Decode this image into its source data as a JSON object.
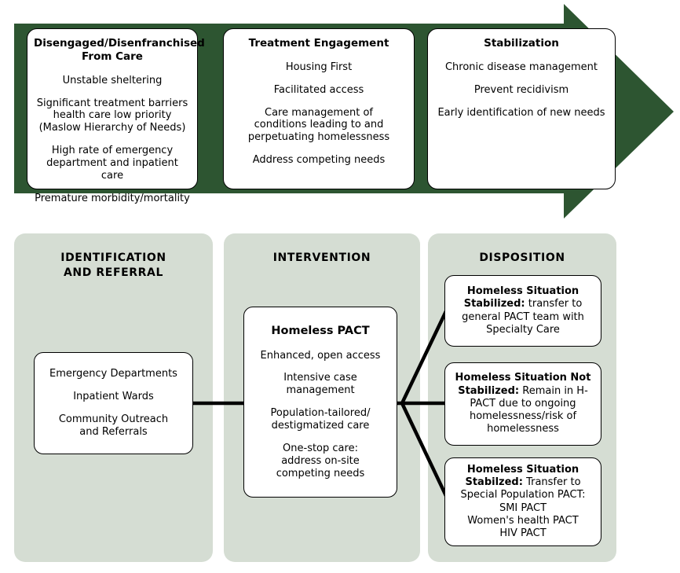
{
  "colors": {
    "arrow_green": "#2d5531",
    "column_sage": "#d5ddd3",
    "box_white": "#ffffff",
    "line_black": "#000000"
  },
  "top_flow": {
    "shape": "right-pointing-block-arrow",
    "stages": [
      {
        "title": "Disengaged/Disenfranchised From Care",
        "title_lines": [
          "Disengaged/Disenfranchised",
          "From Care"
        ],
        "items": [
          [
            "Unstable sheltering"
          ],
          [
            "Significant treatment barriers",
            "health care low priority",
            "(Maslow Hierarchy of Needs)"
          ],
          [
            "High rate of emergency",
            "department and inpatient care"
          ],
          [
            "Premature morbidity/mortality"
          ]
        ]
      },
      {
        "title": "Treatment Engagement",
        "title_lines": [
          "Treatment Engagement"
        ],
        "items": [
          [
            "Housing First"
          ],
          [
            "Facilitated access"
          ],
          [
            "Care management of",
            "conditions leading to and",
            "perpetuating homelessness"
          ],
          [
            "Address competing needs"
          ]
        ]
      },
      {
        "title": "Stabilization",
        "title_lines": [
          "Stabilization"
        ],
        "items": [
          [
            "Chronic disease management"
          ],
          [
            "Prevent recidivism"
          ],
          [
            "Early identification of new needs"
          ]
        ]
      }
    ]
  },
  "bottom_flow": {
    "columns": [
      {
        "title": "IDENTIFICATION AND REFERRAL",
        "title_lines": [
          "IDENTIFICATION",
          "AND REFERRAL"
        ]
      },
      {
        "title": "INTERVENTION",
        "title_lines": [
          "INTERVENTION"
        ]
      },
      {
        "title": "DISPOSITION",
        "title_lines": [
          "DISPOSITION"
        ]
      }
    ],
    "identification_box": {
      "items": [
        [
          "Emergency Departments"
        ],
        [
          "Inpatient Wards"
        ],
        [
          "Community Outreach",
          "and Referrals"
        ]
      ]
    },
    "intervention_box": {
      "title": "Homeless PACT",
      "items": [
        [
          "Enhanced, open access"
        ],
        [
          "Intensive case",
          "management"
        ],
        [
          "Population-tailored/",
          "destigmatized care"
        ],
        [
          "One-stop care:",
          "address on-site",
          "competing needs"
        ]
      ]
    },
    "disposition_boxes": [
      {
        "lead": "Homeless Situation Stabilized:",
        "rest": " transfer to general PACT team with Specialty Care"
      },
      {
        "lead": "Homeless Situation Not Stabilized:",
        "rest": " Remain in H-PACT due to ongoing homelessness/risk of homelessness"
      },
      {
        "lead": "Homeless Situation Stabilzed:",
        "rest": " Transfer to Special Population PACT: SMI PACT Women's health PACT HIV PACT"
      }
    ],
    "disposition_box_3_extra_lines": [
      "SMI PACT",
      "Women's health PACT",
      "HIV PACT"
    ]
  }
}
